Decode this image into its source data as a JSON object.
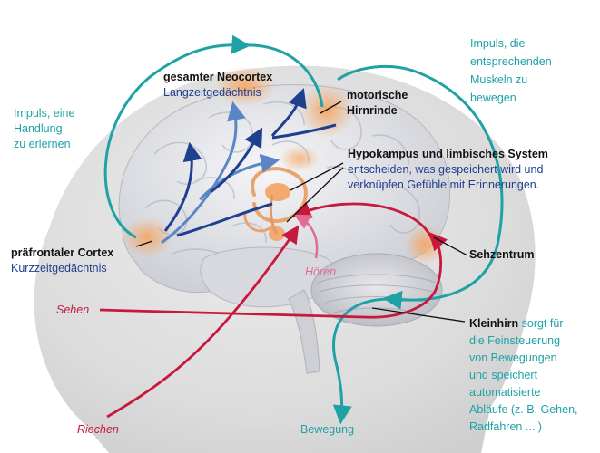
{
  "labels": {
    "impuls_handlung": [
      "Impuls, eine",
      "Handlung",
      "zu erlernen"
    ],
    "impuls_muskeln": [
      "Impuls, die",
      "entsprechenden",
      "Muskeln zu",
      "bewegen"
    ],
    "neocortex_title": "gesamter Neocortex",
    "neocortex_sub": "Langzeitgedächtnis",
    "motorisch": [
      "motorische",
      "Hirnrinde"
    ],
    "hippo_title": "Hypokampus und limbisches System",
    "hippo_desc": [
      "entscheiden, was gespeichert wird und",
      "verknüpfen Gefühle mit Erinnerungen."
    ],
    "praefrontal_title": "präfrontaler Cortex",
    "praefrontal_sub": "Kurzzeitgedächtnis",
    "sehzentrum": "Sehzentrum",
    "hoeren": "Hören",
    "sehen": "Sehen",
    "riechen": "Riechen",
    "bewegung": "Bewegung",
    "kleinhirn_title": "Kleinhirn",
    "kleinhirn_desc_first": "sorgt für",
    "kleinhirn_desc": [
      "die Feinsteuerung",
      "von Bewegungen",
      "und speichert",
      "automatisierte",
      "Abläufe (z. B. Gehen,",
      "Radfahren ... )"
    ]
  },
  "colors": {
    "teal": "#1ea2a6",
    "dark_blue": "#1f3f8f",
    "mid_blue": "#5a86c8",
    "crimson": "#c8183c",
    "pink": "#e16b91",
    "orange": "#f5a765",
    "black": "#111111"
  }
}
